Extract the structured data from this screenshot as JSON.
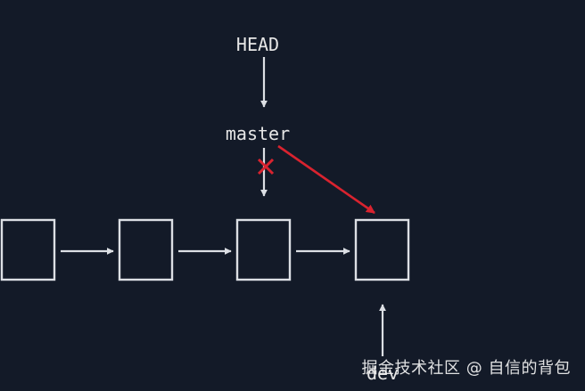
{
  "diagram": {
    "head_label": "HEAD",
    "branch_label": "master",
    "commit_count": 4,
    "bottom_label_partial": "dev",
    "colors": {
      "background": "#131a28",
      "stroke": "#dcdfe4",
      "highlight": "#d9232f"
    }
  },
  "watermark": {
    "text": "掘金技术社区 @ 自信的背包"
  }
}
